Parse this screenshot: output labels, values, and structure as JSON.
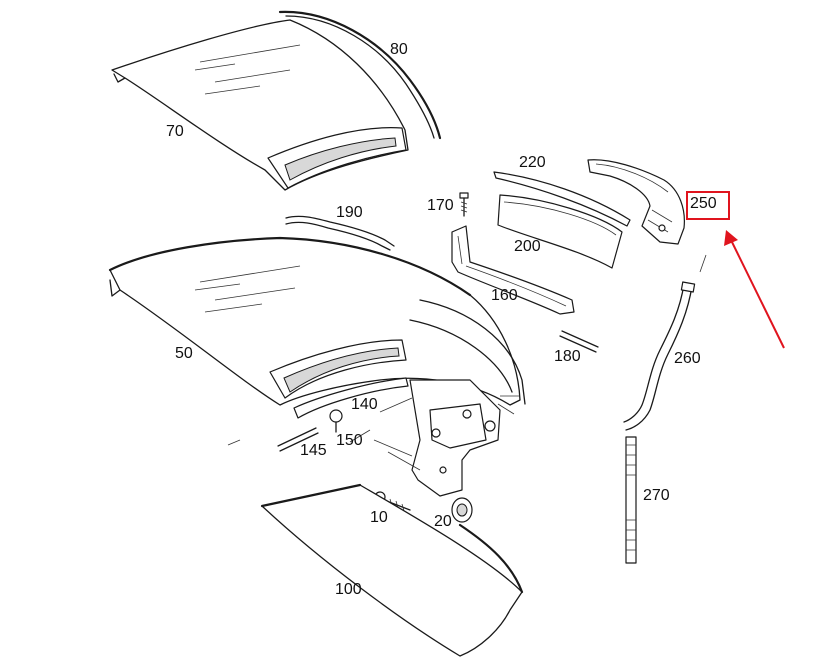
{
  "parts": [
    {
      "id": "80",
      "label": "80"
    },
    {
      "id": "70",
      "label": "70"
    },
    {
      "id": "220",
      "label": "220"
    },
    {
      "id": "170",
      "label": "170"
    },
    {
      "id": "190",
      "label": "190"
    },
    {
      "id": "250",
      "label": "250"
    },
    {
      "id": "200",
      "label": "200"
    },
    {
      "id": "160",
      "label": "160"
    },
    {
      "id": "50",
      "label": "50"
    },
    {
      "id": "180",
      "label": "180"
    },
    {
      "id": "260",
      "label": "260"
    },
    {
      "id": "140",
      "label": "140"
    },
    {
      "id": "145",
      "label": "145"
    },
    {
      "id": "150",
      "label": "150"
    },
    {
      "id": "270",
      "label": "270"
    },
    {
      "id": "10",
      "label": "10"
    },
    {
      "id": "20",
      "label": "20"
    },
    {
      "id": "100",
      "label": "100"
    }
  ],
  "highlight": {
    "part": "250",
    "color": "#e0141e"
  }
}
